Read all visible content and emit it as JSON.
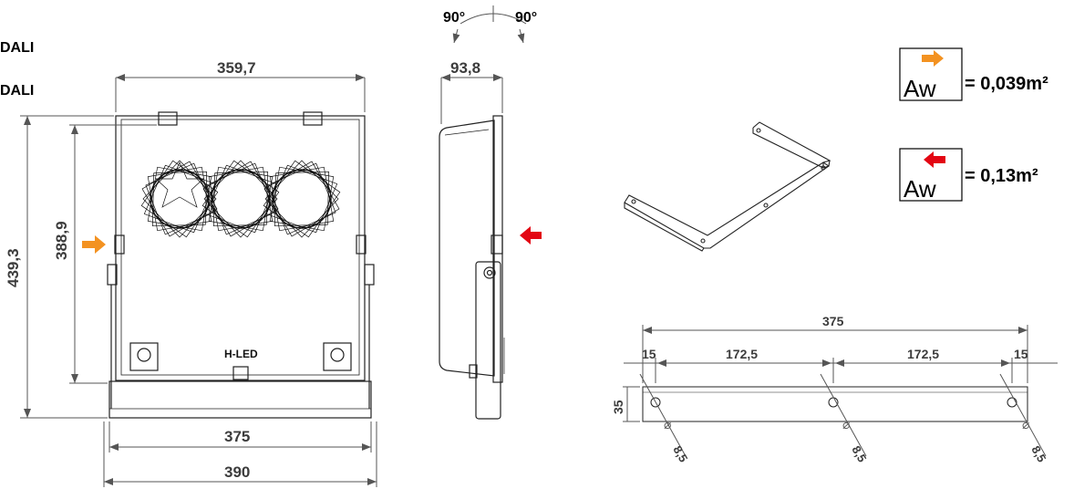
{
  "top_left_labels": [
    "DALI",
    "DALI"
  ],
  "front_view": {
    "width_top": "359,7",
    "height_outer": "439,3",
    "height_inner": "388,9",
    "width_bottom_inner": "375",
    "width_bottom_outer": "390",
    "brand": "H-LED"
  },
  "side_view": {
    "angle_left": "90°",
    "angle_right": "90°",
    "depth": "93,8"
  },
  "wind_area": {
    "front_value": "= 0,039m²",
    "side_value": "= 0,13m²",
    "symbol": "Aw",
    "front_arrow_color": "#f39221",
    "side_arrow_color": "#e30613"
  },
  "bracket_plan": {
    "total": "375",
    "seg_left": "15",
    "seg_mid1": "172,5",
    "seg_mid2": "172,5",
    "seg_right": "15",
    "height": "35",
    "hole1": "8,5",
    "hole2": "8,5",
    "hole3": "8,5"
  }
}
